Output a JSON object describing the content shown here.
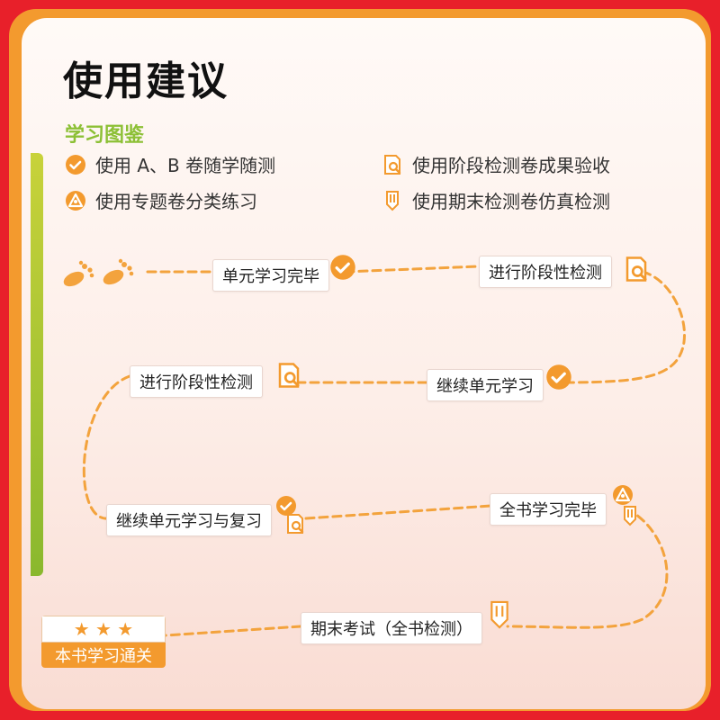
{
  "title": "使用建议",
  "legend": {
    "title": "学习图鉴",
    "items": [
      {
        "label": "使用 A、B 卷随学随测",
        "icon": "check-circle-icon"
      },
      {
        "label": "使用阶段检测卷成果验收",
        "icon": "doc-search-icon"
      },
      {
        "label": "使用专题卷分类练习",
        "icon": "triangle-a-icon"
      },
      {
        "label": "使用期末检测卷仿真检测",
        "icon": "pencil-badge-icon"
      }
    ]
  },
  "steps": [
    {
      "label": "单元学习完毕",
      "icon": "check-circle-icon"
    },
    {
      "label": "进行阶段性检测",
      "icon": "doc-search-icon"
    },
    {
      "label": "继续单元学习",
      "icon": "check-circle-icon"
    },
    {
      "label": "进行阶段性检测",
      "icon": "doc-search-icon"
    },
    {
      "label": "继续单元学习与复习",
      "icon": "check-doc-icon"
    },
    {
      "label": "全书学习完毕",
      "icon": "triangle-pencil-icon"
    },
    {
      "label": "期末考试（全书检测）",
      "icon": "pencil-badge-icon"
    }
  ],
  "finish": {
    "stars": "★ ★ ★",
    "label": "本书学习通关"
  },
  "colors": {
    "accent": "#f39a2e",
    "green": "#8cc035",
    "border_red": "#e8202a"
  }
}
